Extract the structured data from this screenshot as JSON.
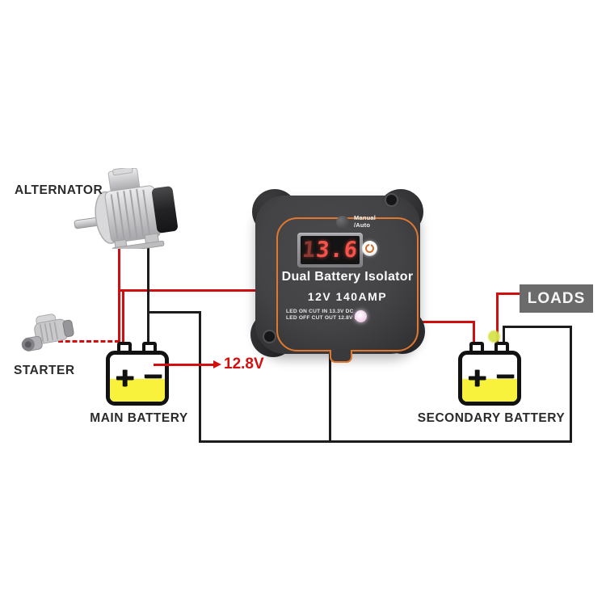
{
  "labels": {
    "alternator": "ALTERNATOR",
    "starter": "STARTER",
    "main_battery": "MAIN BATTERY",
    "secondary_battery": "SECONDARY BATTERY",
    "loads": "LOADS",
    "voltage_annotation": "12.8V"
  },
  "isolator": {
    "mode_line1": "Manual",
    "mode_line2": "/Auto",
    "display_value": "13.6",
    "title": "Dual Battery Isolator",
    "rating": "12V 140AMP",
    "spec_line1": "LED ON CUT IN 13.3V DC",
    "spec_line2": "LED OFF CUT OUT 12.8V DC"
  },
  "battery_symbols": {
    "plus": "+",
    "minus": "−"
  },
  "colors": {
    "wire_red": "#d01010",
    "wire_black": "#1c1c1c",
    "battery_yellow": "#f8f23d",
    "loads_box_gray": "#6b6b6b",
    "isolator_accent_orange": "#e0792f",
    "led_display_red": "#f4544c",
    "annotation_red": "#d30f0f",
    "connection_highlight": "#d6e34a"
  }
}
